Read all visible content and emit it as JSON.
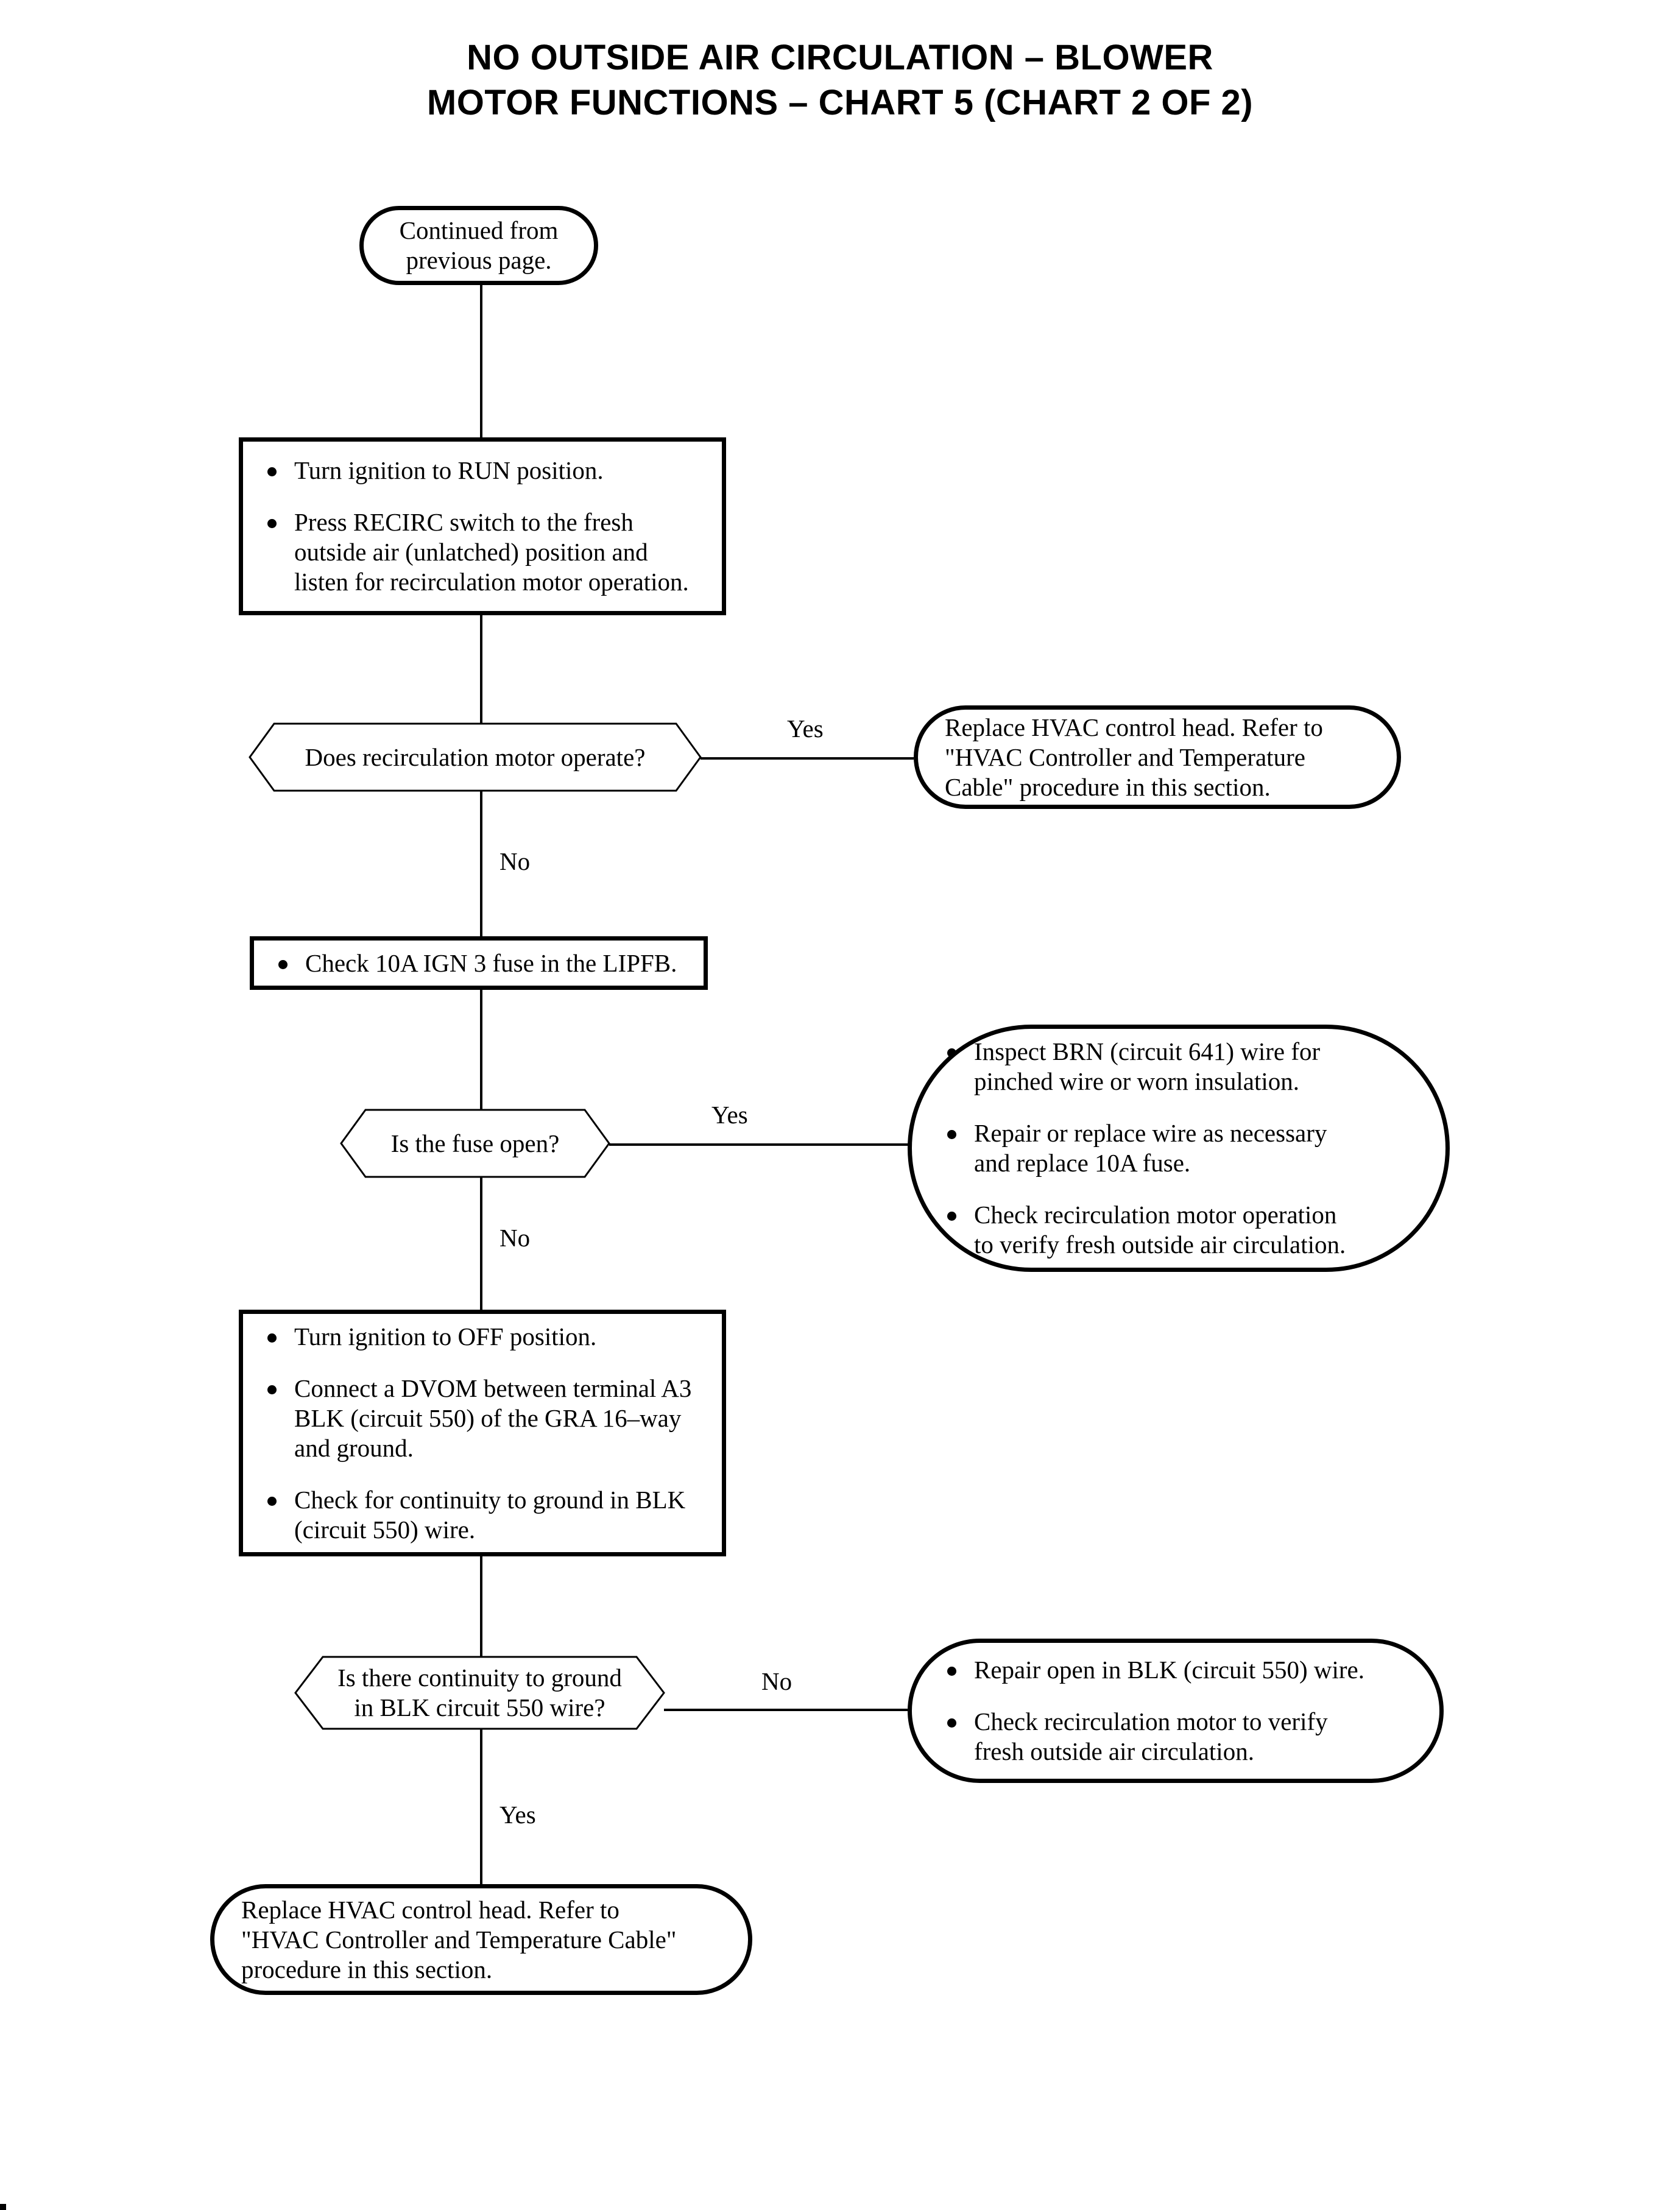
{
  "page": {
    "title_line1": "NO OUTSIDE AIR CIRCULATION – BLOWER",
    "title_line2": "MOTOR FUNCTIONS – CHART 5 (CHART 2 OF 2)",
    "title_full": "NO OUTSIDE AIR CIRCULATION – BLOWER\nMOTOR FUNCTIONS – CHART 5 (CHART 2 OF 2)",
    "background_color": "#ffffff",
    "line_color": "#000000"
  },
  "chart_data": {
    "type": "flowchart",
    "title": "NO OUTSIDE AIR CIRCULATION – BLOWER MOTOR FUNCTIONS – CHART 5 (CHART 2 OF 2)",
    "nodes": [
      {
        "id": "start",
        "shape": "terminal",
        "text": "Continued from\nprevious page."
      },
      {
        "id": "step1",
        "shape": "process",
        "bullets": [
          "Turn ignition to RUN position.",
          "Press RECIRC switch to the fresh\noutside air (unlatched) position and\nlisten for recirculation motor operation."
        ]
      },
      {
        "id": "dec1",
        "shape": "decision",
        "text": "Does recirculation motor operate?"
      },
      {
        "id": "term1",
        "shape": "terminal",
        "text": "Replace HVAC control head. Refer to\n\"HVAC Controller and Temperature\nCable\" procedure in this section."
      },
      {
        "id": "step2",
        "shape": "process",
        "bullets": [
          "Check 10A IGN 3 fuse in the LIPFB."
        ]
      },
      {
        "id": "dec2",
        "shape": "decision",
        "text": "Is the fuse open?"
      },
      {
        "id": "term2",
        "shape": "terminal",
        "bullets": [
          "Inspect BRN (circuit 641) wire for\npinched wire or worn insulation.",
          "Repair or replace wire as necessary\nand replace 10A fuse.",
          "Check recirculation motor operation\nto verify fresh outside air circulation."
        ]
      },
      {
        "id": "step3",
        "shape": "process",
        "bullets": [
          "Turn ignition to OFF position.",
          "Connect a DVOM between terminal A3\nBLK (circuit 550) of the GRA 16–way\nand ground.",
          "Check for continuity to ground in BLK\n(circuit 550) wire."
        ]
      },
      {
        "id": "dec3",
        "shape": "decision",
        "text": "Is there continuity to ground\nin BLK circuit 550 wire?"
      },
      {
        "id": "term3",
        "shape": "terminal",
        "bullets": [
          "Repair open in BLK (circuit 550) wire.",
          "Check recirculation motor to verify\nfresh outside air circulation."
        ]
      },
      {
        "id": "term4",
        "shape": "terminal",
        "text": "Replace HVAC control head. Refer to\n\"HVAC Controller and Temperature Cable\"\nprocedure in this section."
      }
    ],
    "edges": [
      {
        "from": "start",
        "to": "step1",
        "label": ""
      },
      {
        "from": "step1",
        "to": "dec1",
        "label": ""
      },
      {
        "from": "dec1",
        "to": "term1",
        "label": "Yes"
      },
      {
        "from": "dec1",
        "to": "step2",
        "label": "No"
      },
      {
        "from": "step2",
        "to": "dec2",
        "label": ""
      },
      {
        "from": "dec2",
        "to": "term2",
        "label": "Yes"
      },
      {
        "from": "dec2",
        "to": "step3",
        "label": "No"
      },
      {
        "from": "step3",
        "to": "dec3",
        "label": ""
      },
      {
        "from": "dec3",
        "to": "term3",
        "label": "No"
      },
      {
        "from": "dec3",
        "to": "term4",
        "label": "Yes"
      }
    ]
  },
  "nodes": {
    "start": {
      "text": "Continued from\nprevious page."
    },
    "step1": {
      "b0": "Turn ignition to RUN position.",
      "b1": "Press RECIRC switch to the fresh\noutside air (unlatched) position and\nlisten for recirculation motor operation."
    },
    "dec1": {
      "text": "Does recirculation motor operate?"
    },
    "term1": {
      "text": "Replace HVAC control head. Refer to\n\"HVAC Controller and Temperature\nCable\" procedure in this section."
    },
    "step2": {
      "b0": "Check 10A IGN 3 fuse in the LIPFB."
    },
    "dec2": {
      "text": "Is the fuse open?"
    },
    "term2": {
      "b0": "Inspect BRN (circuit 641) wire for\npinched wire or worn insulation.",
      "b1": "Repair or replace wire as necessary\nand replace 10A fuse.",
      "b2": "Check recirculation motor operation\nto verify fresh outside air circulation."
    },
    "step3": {
      "b0": "Turn ignition to OFF position.",
      "b1": "Connect a DVOM between terminal A3\nBLK (circuit 550) of the GRA 16–way\nand ground.",
      "b2": "Check for continuity to ground in BLK\n(circuit 550) wire."
    },
    "dec3": {
      "text": "Is there continuity to ground\nin BLK circuit 550 wire?"
    },
    "term3": {
      "b0": "Repair open in BLK (circuit 550) wire.",
      "b1": "Check recirculation motor to verify\nfresh outside air circulation."
    },
    "term4": {
      "text": "Replace HVAC control head. Refer to\n\"HVAC Controller and Temperature Cable\"\nprocedure in this section."
    }
  },
  "labels": {
    "yes1": "Yes",
    "no1": "No",
    "yes2": "Yes",
    "no2": "No",
    "no3": "No",
    "yes3": "Yes"
  }
}
